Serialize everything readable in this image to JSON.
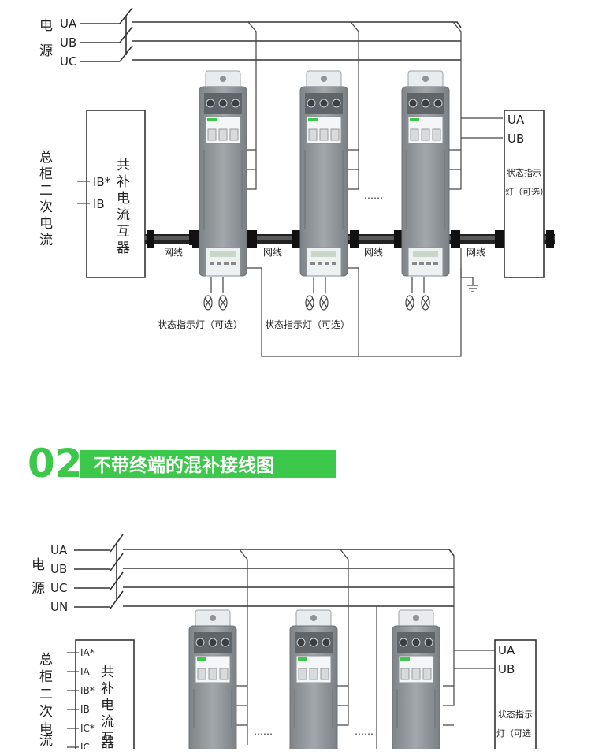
{
  "diagram1": {
    "power_label": [
      "电",
      "源"
    ],
    "lines": [
      "UA",
      "UB",
      "UC"
    ],
    "cabinet_label": [
      "总",
      "柜",
      "二",
      "次",
      "电",
      "流"
    ],
    "ct_label": [
      "共",
      "补",
      "电",
      "流",
      "互",
      "器"
    ],
    "ct_terminals": [
      "IB*",
      "IB"
    ],
    "net_label": "网线",
    "dots": "……",
    "indicator_label": "状态指示灯（可选）",
    "indicator_box": {
      "inputs": [
        "UA",
        "UB"
      ],
      "line1": "状态指示",
      "line2": "灯（可选）"
    }
  },
  "section2": {
    "number": "02",
    "title": "不带终端的混补接线图"
  },
  "diagram2": {
    "power_label": [
      "电",
      "源"
    ],
    "lines": [
      "UA",
      "UB",
      "UC",
      "UN"
    ],
    "cabinet_label": [
      "总",
      "柜",
      "二",
      "次",
      "电",
      "流"
    ],
    "ct_label": [
      "共",
      "补",
      "电",
      "流",
      "互",
      "器"
    ],
    "ct_terminals": [
      "IA*",
      "IA",
      "IB*",
      "IB",
      "IC*",
      "IC"
    ],
    "dots": "……",
    "indicator_box": {
      "inputs": [
        "UA",
        "UB"
      ],
      "line1": "状态指示",
      "line2": "灯（可选"
    }
  },
  "colors": {
    "accent_green": "#3cc84a",
    "device_gray": "#8d9396",
    "line": "#333333"
  }
}
